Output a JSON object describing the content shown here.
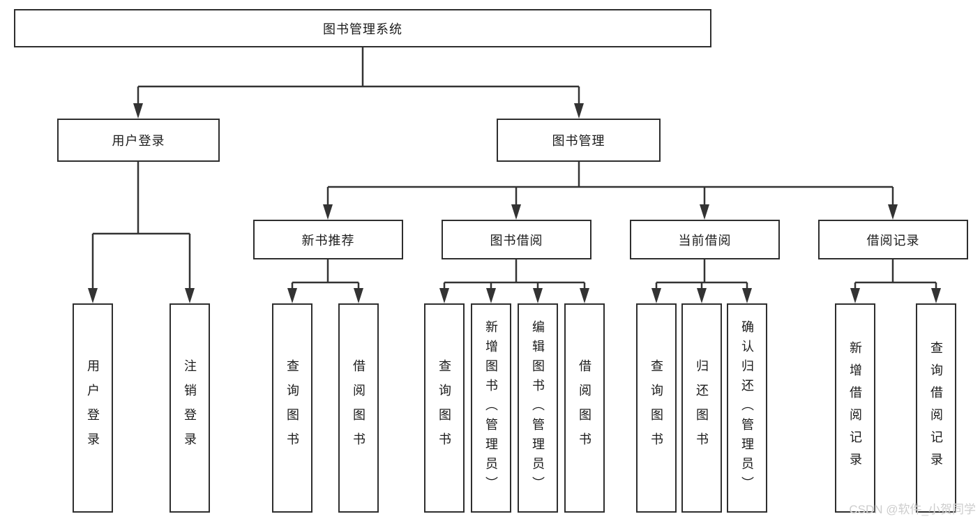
{
  "colors": {
    "background": "#ffffff",
    "line": "#333333",
    "box_border": "#2e2e2e",
    "text": "#1b1b1b",
    "watermark": "#cdcdcd"
  },
  "watermark": {
    "text": "CSDN @软件_小贺同学"
  },
  "tree": {
    "root": {
      "label": "图书管理系统"
    },
    "user": {
      "label": "用户登录",
      "children": [
        {
          "label": "用户登录"
        },
        {
          "label": "注销登录"
        }
      ]
    },
    "mgmt": {
      "label": "图书管理",
      "groups": [
        {
          "label": "新书推荐",
          "children": [
            {
              "label": "查询图书"
            },
            {
              "label": "借阅图书"
            }
          ]
        },
        {
          "label": "图书借阅",
          "children": [
            {
              "label": "查询图书"
            },
            {
              "label": "新增图书（管理员）"
            },
            {
              "label": "编辑图书（管理员）"
            },
            {
              "label": "借阅图书"
            }
          ]
        },
        {
          "label": "当前借阅",
          "children": [
            {
              "label": "查询图书"
            },
            {
              "label": "归还图书"
            },
            {
              "label": "确认归还（管理员）"
            }
          ]
        },
        {
          "label": "借阅记录",
          "children": [
            {
              "label": "新增借阅记录"
            },
            {
              "label": "查询借阅记录"
            }
          ]
        }
      ]
    }
  }
}
